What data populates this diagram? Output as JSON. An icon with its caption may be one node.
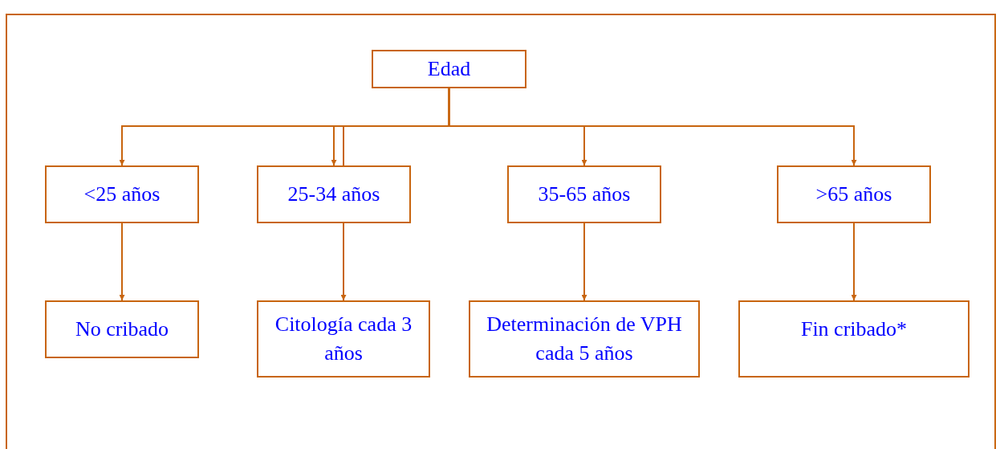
{
  "diagram": {
    "nodes": [
      {
        "text": [
          "Edad"
        ]
      },
      {
        "text": [
          "<25 años"
        ]
      },
      {
        "text": [
          "25-34 años"
        ]
      },
      {
        "text": [
          "35-65 años"
        ]
      },
      {
        "text": [
          ">65 años"
        ]
      },
      {
        "text": [
          "No cribado"
        ]
      },
      {
        "text": [
          "Citología cada 3 años"
        ]
      },
      {
        "text": [
          "Determinación de VPH cada 5 años"
        ]
      },
      {
        "text": [
          "Fin cribado*"
        ]
      }
    ],
    "edges": [
      {
        "from": 0,
        "to": 1,
        "arrow": "to"
      },
      {
        "from": 0,
        "to": 2,
        "arrow": "to"
      },
      {
        "from": 0,
        "to": 3,
        "arrow": "to"
      },
      {
        "from": 0,
        "to": 4,
        "arrow": "to"
      },
      {
        "from": 1,
        "to": 5,
        "arrow": "to"
      },
      {
        "from": 2,
        "to": 6,
        "arrow": "to"
      },
      {
        "from": 3,
        "to": 7,
        "arrow": "to"
      },
      {
        "from": 4,
        "to": 8,
        "arrow": "to"
      }
    ]
  }
}
